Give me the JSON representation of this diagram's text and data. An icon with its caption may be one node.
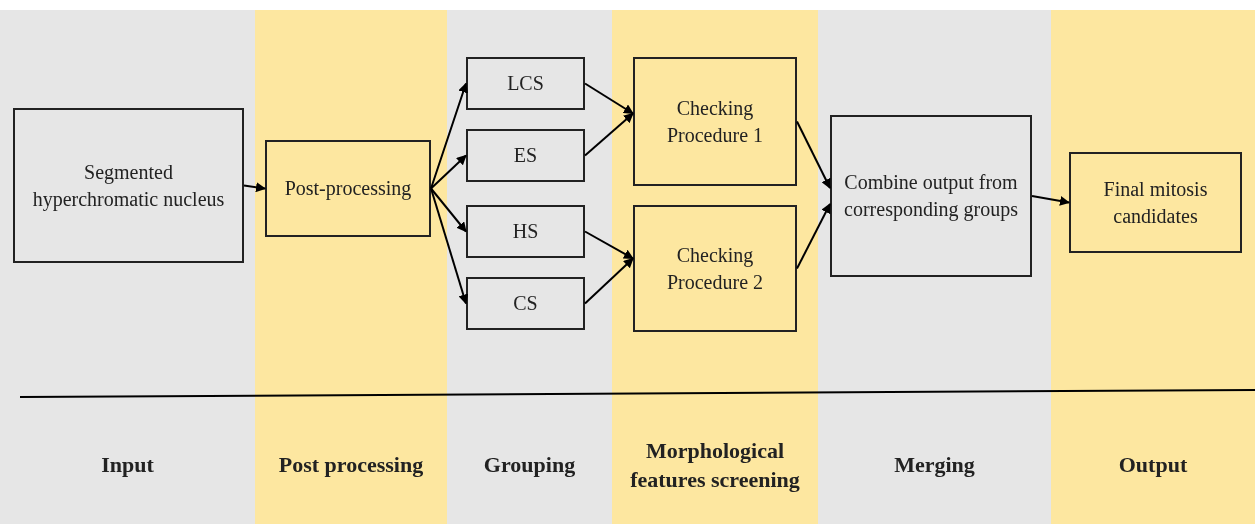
{
  "diagram": {
    "nodes": [
      {
        "text": [
          "Input"
        ]
      },
      {
        "text": [
          "Segmented hyperchromatic nucleus"
        ],
        "in": 0
      },
      {
        "text": [
          "Post processing"
        ]
      },
      {
        "text": [
          "Post-processing"
        ],
        "in": 2
      },
      {
        "text": [
          "Grouping"
        ]
      },
      {
        "text": [
          "LCS"
        ],
        "in": 4
      },
      {
        "text": [
          "ES"
        ],
        "in": 4
      },
      {
        "text": [
          "HS"
        ],
        "in": 4
      },
      {
        "text": [
          "CS"
        ],
        "in": 4
      },
      {
        "text": [
          "Morphological features screening"
        ]
      },
      {
        "text": [
          "Checking Procedure 1"
        ],
        "in": 9
      },
      {
        "text": [
          "Checking Procedure 2"
        ],
        "in": 9
      },
      {
        "text": [
          "Merging"
        ]
      },
      {
        "text": [
          "Combine output from corresponding groups"
        ],
        "in": 12
      },
      {
        "text": [
          "Output"
        ]
      },
      {
        "text": [
          "Final mitosis candidates"
        ],
        "in": 14
      }
    ],
    "edges": [
      {
        "from": 1,
        "to": 3,
        "arrow": "to"
      },
      {
        "from": 3,
        "to": 5,
        "arrow": "to"
      },
      {
        "from": 3,
        "to": 6,
        "arrow": "to"
      },
      {
        "from": 3,
        "to": 7,
        "arrow": "to"
      },
      {
        "from": 3,
        "to": 8,
        "arrow": "to"
      },
      {
        "from": 5,
        "to": 10,
        "arrow": "to"
      },
      {
        "from": 6,
        "to": 10,
        "arrow": "to"
      },
      {
        "from": 7,
        "to": 11,
        "arrow": "to"
      },
      {
        "from": 8,
        "to": 11,
        "arrow": "to"
      },
      {
        "from": 10,
        "to": 13,
        "arrow": "to"
      },
      {
        "from": 11,
        "to": 13,
        "arrow": "to"
      },
      {
        "from": 13,
        "to": 15,
        "arrow": "to"
      }
    ]
  }
}
